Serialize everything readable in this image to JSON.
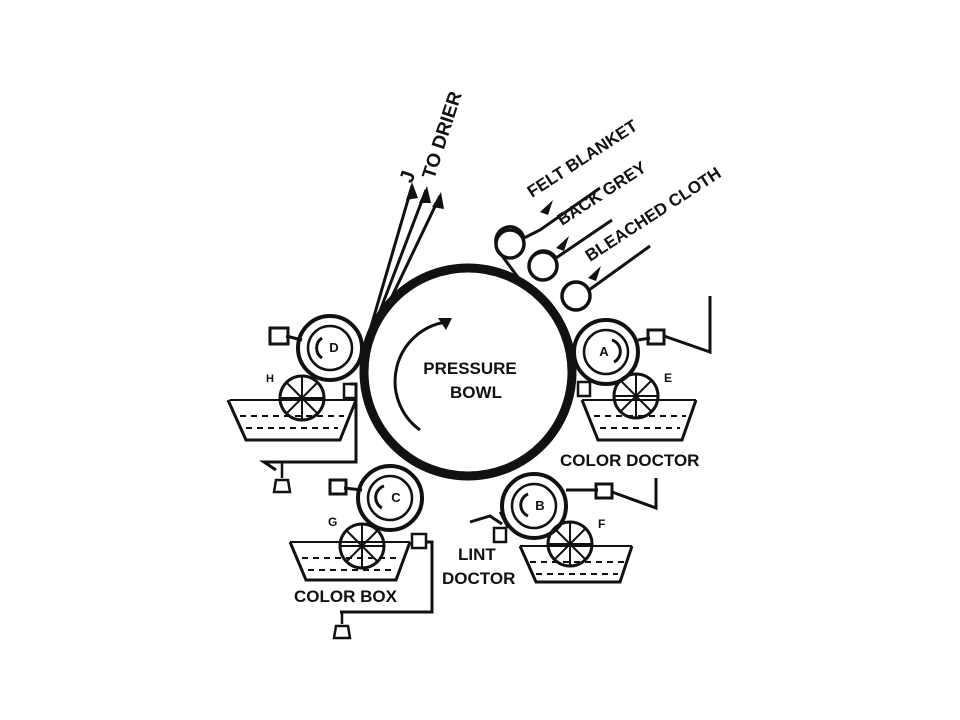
{
  "labels": {
    "to_drier": "TO DRIER",
    "felt_blanket": "FELT BLANKET",
    "back_grey": "BACK GREY",
    "bleached_cloth": "BLEACHED CLOTH",
    "pressure_bowl_line1": "PRESSURE",
    "pressure_bowl_line2": "BOWL",
    "color_doctor": "COLOR DOCTOR",
    "lint_doctor_line1": "LINT",
    "lint_doctor_line2": "DOCTOR",
    "color_box": "COLOR BOX"
  },
  "roller_letters": {
    "a": "A",
    "b": "B",
    "c": "C",
    "d": "D",
    "e": "E",
    "f": "F",
    "g": "G",
    "h": "H"
  }
}
